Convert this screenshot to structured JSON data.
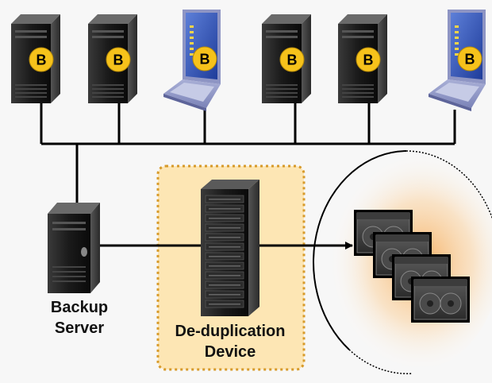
{
  "badge_letter": "B",
  "labels": {
    "backup_server": [
      "Backup",
      "Server"
    ],
    "dedup_device": [
      "De-duplication",
      "Device"
    ]
  },
  "clients": [
    {
      "kind": "server-tower"
    },
    {
      "kind": "server-tower"
    },
    {
      "kind": "laptop"
    },
    {
      "kind": "server-tower"
    },
    {
      "kind": "server-tower"
    },
    {
      "kind": "laptop"
    }
  ],
  "tape_count": 4,
  "colors": {
    "badge": "#f6c21b",
    "dedup_box_fill": "#fde6b4",
    "dedup_box_border": "#d79a2a",
    "tape_glow": "#f7a44a",
    "line": "#000000"
  }
}
